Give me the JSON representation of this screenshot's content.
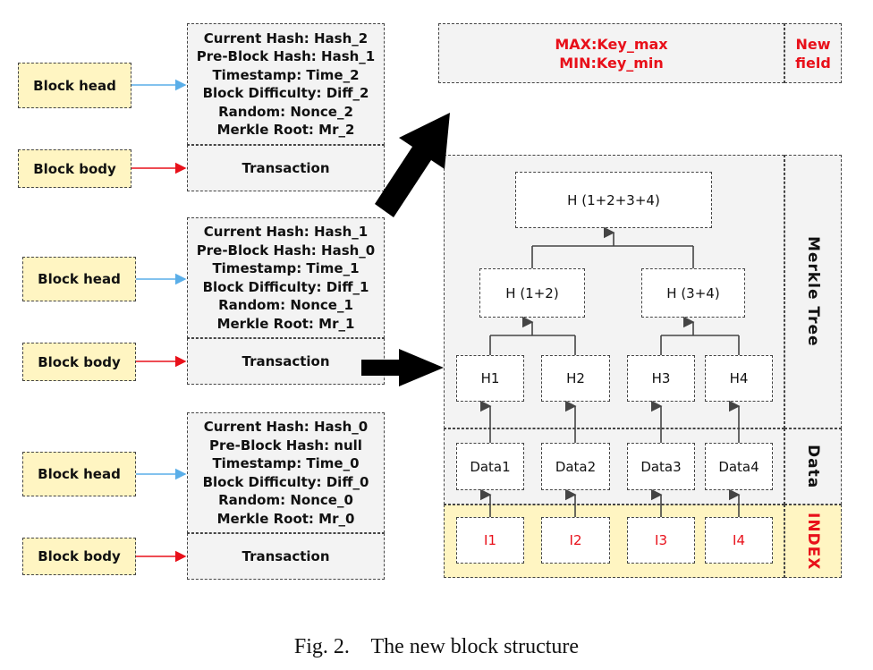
{
  "blocks": [
    {
      "head_label": "Block head",
      "body_label": "Block body",
      "header_lines": [
        "Current Hash:  Hash_2",
        "Pre-Block Hash: Hash_1",
        "Timestamp: Time_2",
        "Block Difficulty: Diff_2",
        "Random: Nonce_2",
        "Merkle Root: Mr_2"
      ],
      "transaction": "Transaction"
    },
    {
      "head_label": "Block head",
      "body_label": "Block body",
      "header_lines": [
        "Current Hash:  Hash_1",
        "Pre-Block Hash: Hash_0",
        "Timestamp: Time_1",
        "Block Difficulty: Diff_1",
        "Random: Nonce_1",
        "Merkle Root: Mr_1"
      ],
      "transaction": "Transaction"
    },
    {
      "head_label": "Block head",
      "body_label": "Block body",
      "header_lines": [
        "Current Hash:  Hash_0",
        "Pre-Block Hash: null",
        "Timestamp: Time_0",
        "Block Difficulty: Diff_0",
        "Random: Nonce_0",
        "Merkle Root: Mr_0"
      ],
      "transaction": "Transaction"
    }
  ],
  "new_field": {
    "line1": "MAX:Key_max",
    "line2": "MIN:Key_min",
    "side_line1": "New",
    "side_line2": "field"
  },
  "merkle": {
    "root": "H  (1+2+3+4)",
    "mid_left": "H  (1+2)",
    "mid_right": "H  (3+4)",
    "leaves": [
      "H1",
      "H2",
      "H3",
      "H4"
    ],
    "data": [
      "Data1",
      "Data2",
      "Data3",
      "Data4"
    ],
    "index": [
      "I1",
      "I2",
      "I3",
      "I4"
    ],
    "side_merkle": "Merkle Tree",
    "side_data": "Data",
    "side_index": "INDEX"
  },
  "caption": "Fig. 2.    The new block structure",
  "colors": {
    "red_text": "#e8101a",
    "head_arrow": "#5aaee8",
    "body_arrow": "#e8101a",
    "label_fill": "#fff5c2",
    "box_fill": "#f3f3f3"
  }
}
